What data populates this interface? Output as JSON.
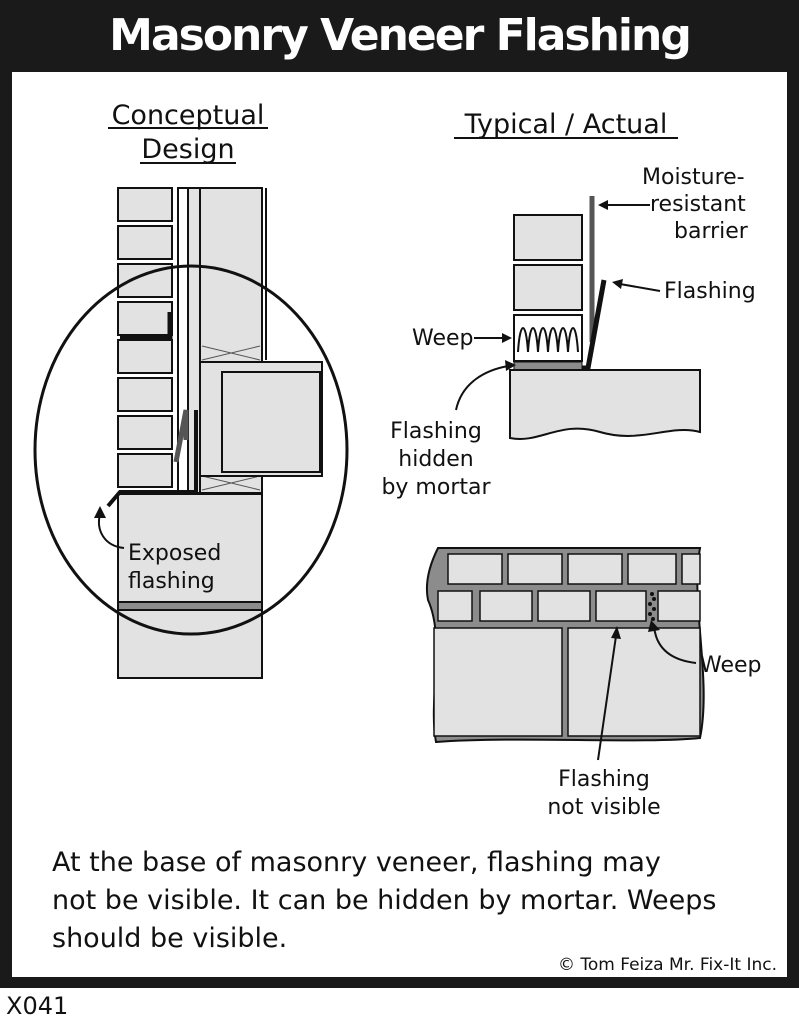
{
  "title": "Masonry Veneer Flashing",
  "left_heading": [
    "Conceptual",
    "Design"
  ],
  "right_heading": "Typical / Actual",
  "labels": {
    "exposed_flashing": [
      "Exposed",
      "flashing"
    ],
    "moisture_barrier": [
      "Moisture-",
      "resistant",
      "barrier"
    ],
    "flashing": "Flashing",
    "weep_top": "Weep",
    "hidden_by_mortar": [
      "Flashing",
      "hidden",
      "by mortar"
    ],
    "weep_bottom": "Weep",
    "not_visible": [
      "Flashing",
      "not visible"
    ]
  },
  "caption": [
    "At the base of masonry veneer, flashing may",
    "not be visible. It can be hidden by mortar. Weeps",
    "should be visible."
  ],
  "credit": "© Tom Feiza Mr. Fix-It Inc.",
  "code": "X041",
  "colors": {
    "brick": "#e2e2e2",
    "mortar": "#8c8c8c",
    "ink": "#111111",
    "frame": "#1a1a1a"
  }
}
